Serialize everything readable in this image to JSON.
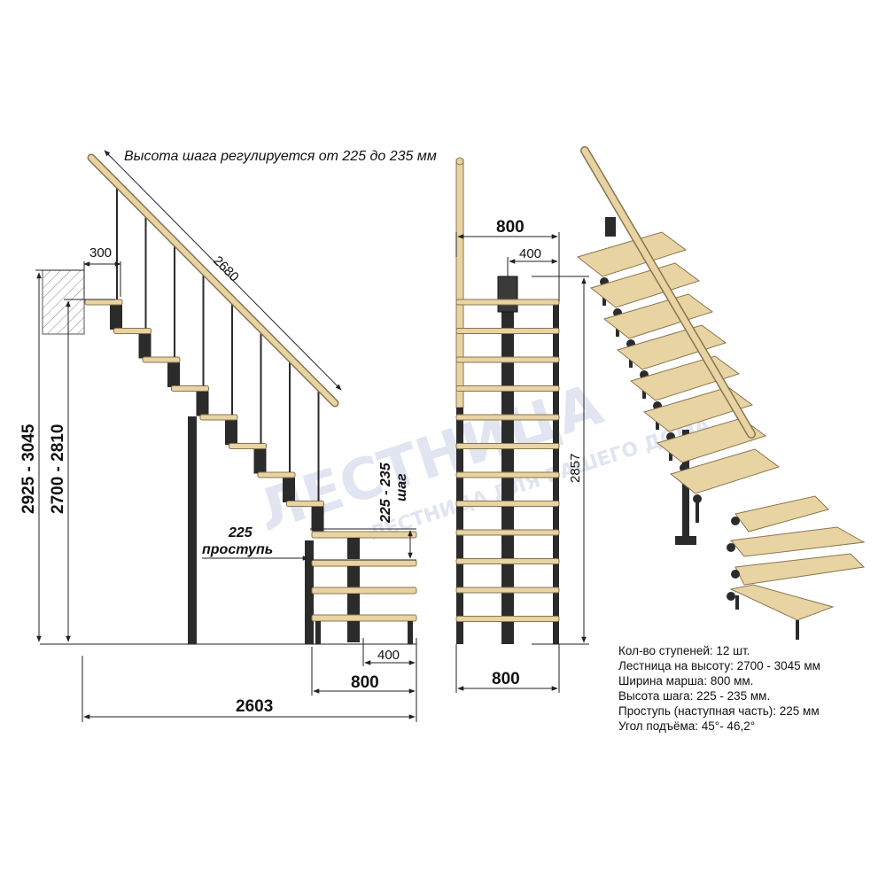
{
  "note": "Высота шага регулируется от 225 до 235 мм",
  "dimensions": {
    "tread_width": "300",
    "rail_length": "2680",
    "height_range_total": "2925 - 3045",
    "height_range_floor": "2700 - 2810",
    "step_height_value": "225 - 235",
    "step_height_word": "шаг",
    "tread_depth_value": "225",
    "tread_depth_word": "проступь",
    "bottom_small": "400",
    "bottom_width": "800",
    "total_length": "2603",
    "front_top_width": "800",
    "front_top_offset": "400",
    "front_height": "2857",
    "front_bottom_width": "800"
  },
  "watermark": {
    "brand": "ЛЕСТНИЦА",
    "slogan": "ЛЕСТНИЦА ДЛЯ ВАШЕГО ДОМА"
  },
  "specs": [
    "Кол-во ступеней: 12 шт.",
    "Лестница на высоту: 2700 - 3045 мм",
    "Ширина марша: 800 мм.",
    "Высота шага: 225 - 235 мм.",
    "Проступь (наступная часть): 225 мм",
    "Угол подъёма: 45°- 46,2°"
  ],
  "colors": {
    "wood": "#e8d3a2",
    "wood_edge": "#8a7450",
    "metal": "#2b2b2b",
    "line": "#222222",
    "watermark": "#c9cfe6"
  }
}
